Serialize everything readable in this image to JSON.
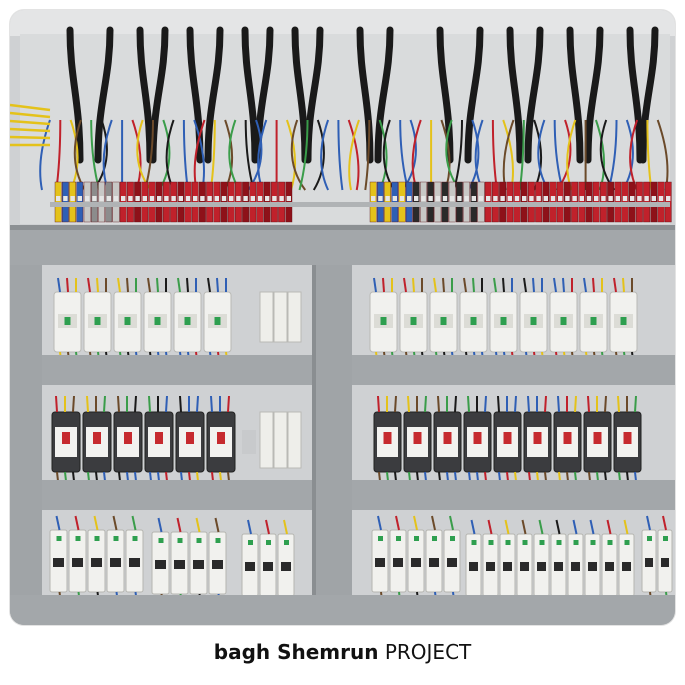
{
  "photo": {
    "subject": "electrical control panel with wired terminal blocks, contactors, motor protection breakers and miniature circuit breakers on DIN rails",
    "colors": {
      "panel_back": "#d5d7d9",
      "cable_duct": "#9da1a4",
      "wire_black": "#1a1a1a",
      "terminal_red": "#c0212b",
      "terminal_yellow": "#e4c21a",
      "terminal_blue": "#2f5fb5",
      "device_white": "#f1f1ee",
      "contactor_green": "#2e9f4f"
    }
  },
  "caption": {
    "bold_part": "bagh Shemrun",
    "regular_part": "PROJECT"
  }
}
